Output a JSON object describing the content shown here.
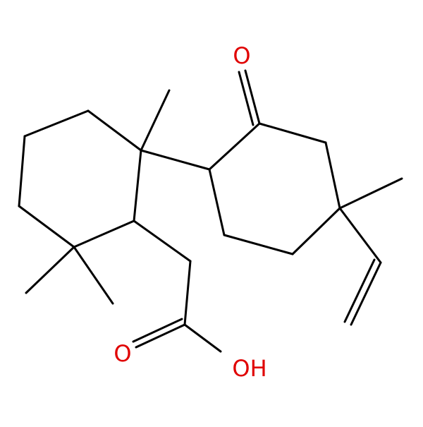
{
  "molecule": {
    "atom_labels": {
      "ketone_oxygen": "O",
      "carbonyl_oxygen": "O",
      "hydroxyl": "OH"
    },
    "colors": {
      "bond": "#000000",
      "oxygen": "#e00000",
      "background": "#ffffff"
    }
  }
}
